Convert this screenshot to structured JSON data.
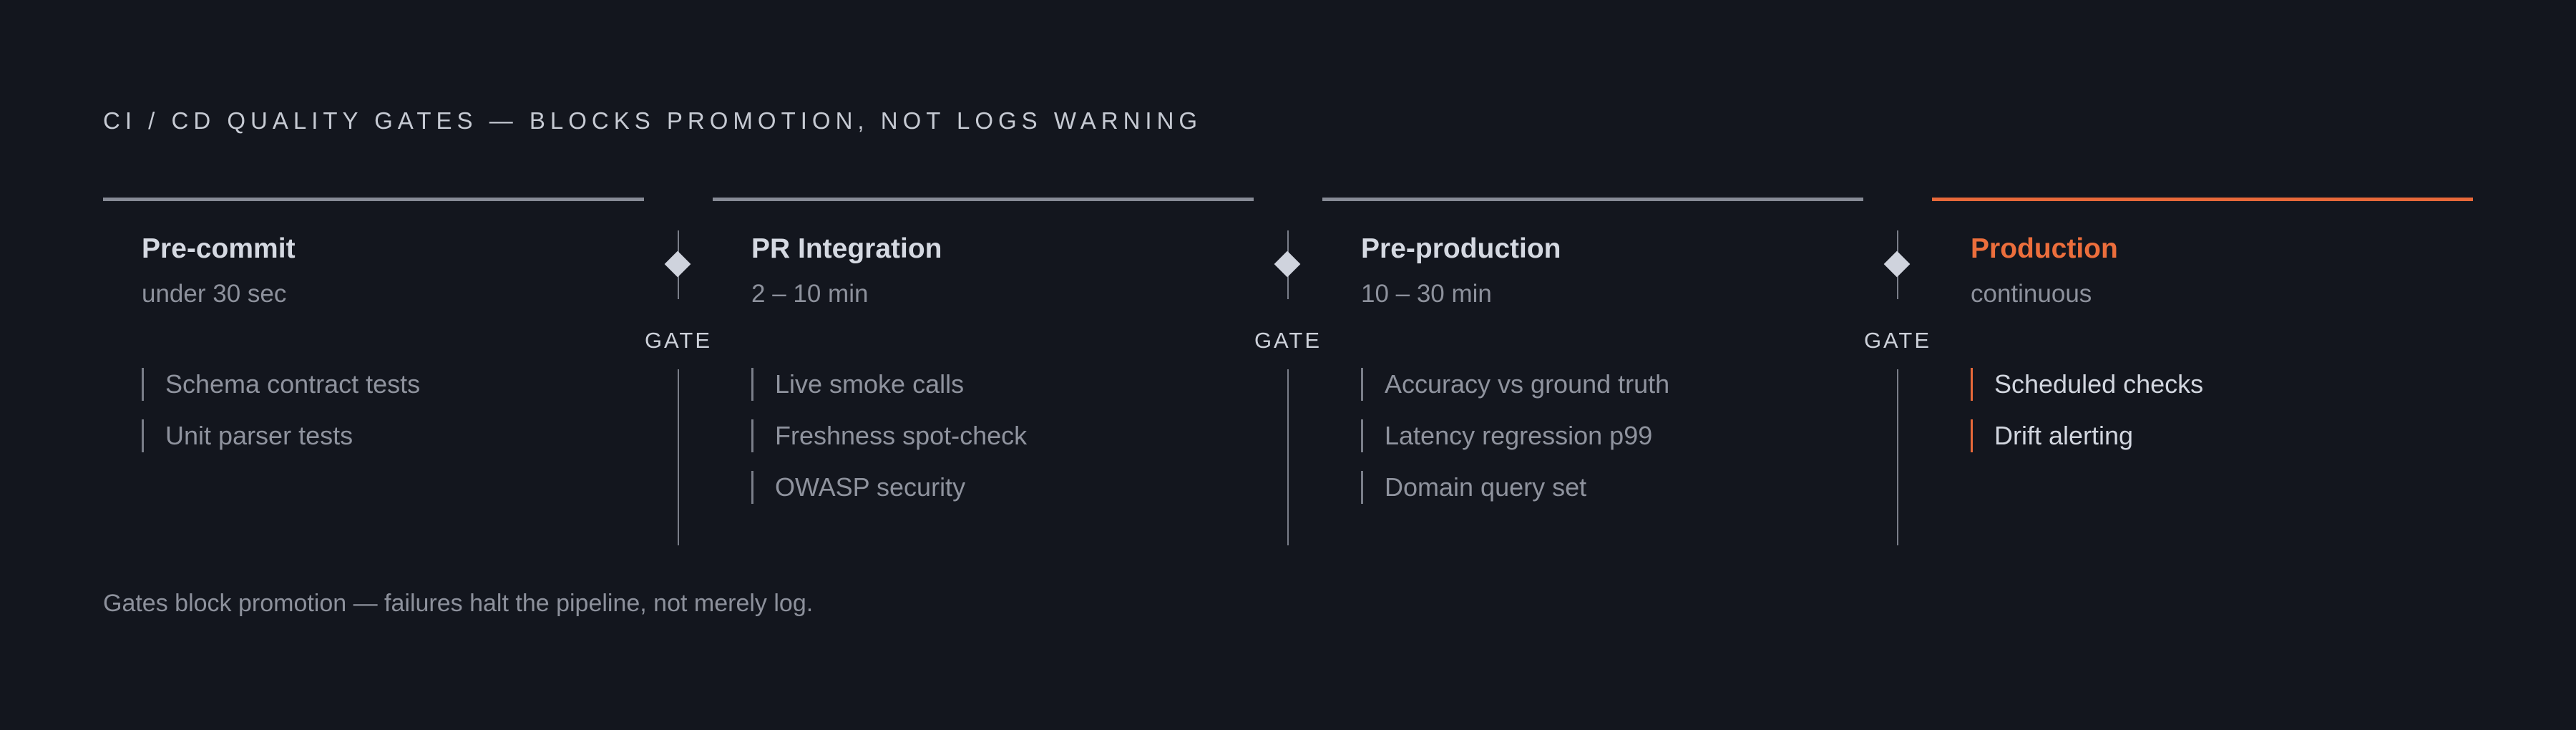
{
  "title": "CI / CD QUALITY GATES — BLOCKS PROMOTION, NOT LOGS WARNING",
  "gate_label": "GATE",
  "colors": {
    "background": "#13161e",
    "stage_bar": "#878b96",
    "accent": "#e8693a"
  },
  "stages": [
    {
      "name": "Pre-commit",
      "duration": "under 30 sec",
      "checks": [
        "Schema contract tests",
        "Unit parser tests"
      ]
    },
    {
      "name": "PR Integration",
      "duration": "2 – 10 min",
      "checks": [
        "Live smoke calls",
        "Freshness spot-check",
        "OWASP security"
      ]
    },
    {
      "name": "Pre-production",
      "duration": "10 – 30 min",
      "checks": [
        "Accuracy vs ground truth",
        "Latency regression p99",
        "Domain query set"
      ]
    },
    {
      "name": "Production",
      "duration": "continuous",
      "checks": [
        "Scheduled checks",
        "Drift alerting"
      ]
    }
  ],
  "footnote": "Gates block promotion — failures halt the pipeline, not merely log."
}
